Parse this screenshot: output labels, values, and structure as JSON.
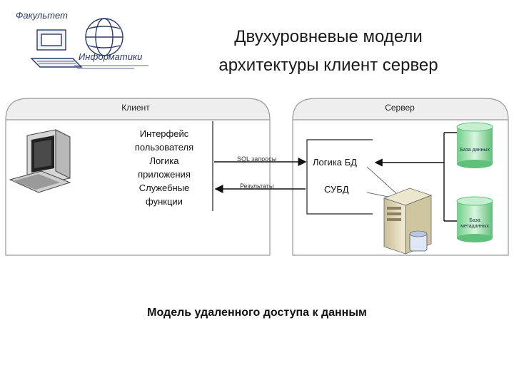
{
  "logo": {
    "line1": "Факультет",
    "line2": "Информатики"
  },
  "title": {
    "line1": "Двухуровневые модели",
    "line2": "архитектуры клиент сервер"
  },
  "client": {
    "panel_title": "Клиент",
    "lines": [
      "Интерфейс",
      "пользователя",
      "Логика",
      "приложения",
      "Служебные",
      "функции"
    ]
  },
  "server": {
    "panel_title": "Сервер",
    "db_logic": "Логика БД",
    "dbms": "СУБД",
    "db_data": "База данных",
    "db_meta": [
      "База",
      "метаданных"
    ]
  },
  "arrows": {
    "request": "SQL запросы",
    "response": "Результаты"
  },
  "caption": "Модель удаленного доступа к данным"
}
